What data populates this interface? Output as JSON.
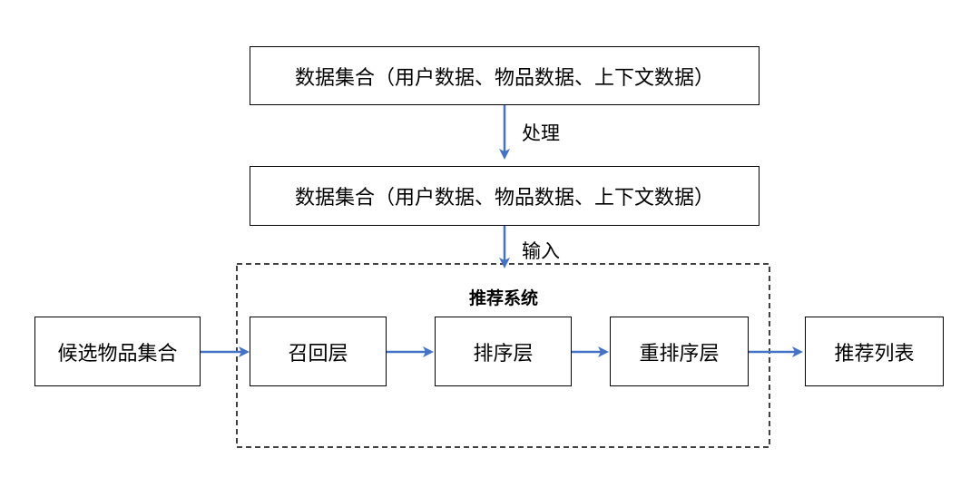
{
  "diagram": {
    "top_dataset": "数据集合（用户数据、物品数据、上下文数据）",
    "process_label": "处理",
    "processed_dataset": "数据集合（用户数据、物品数据、上下文数据）",
    "input_label": "输入",
    "system": {
      "title": "推荐系统",
      "recall": "召回层",
      "rank": "排序层",
      "rerank": "重排序层"
    },
    "candidate_items": "候选物品集合",
    "recommend_list": "推荐列表"
  },
  "colors": {
    "arrow": "#4472C4",
    "border": "#000000",
    "text": "#000000"
  }
}
